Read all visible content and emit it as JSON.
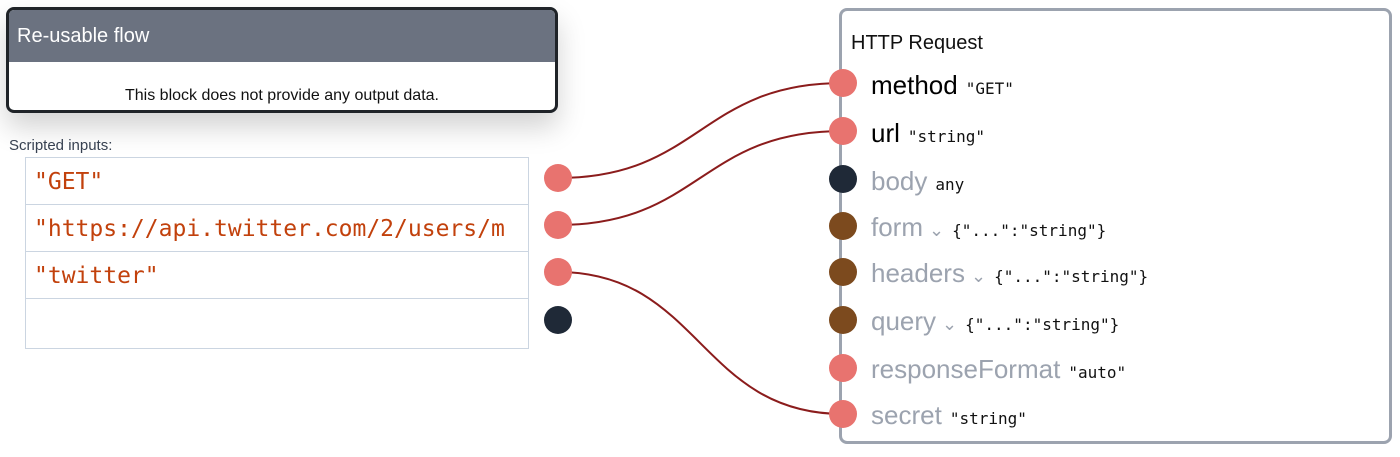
{
  "flow_block": {
    "title": "Re-usable flow",
    "message": "This block does not provide any output data."
  },
  "scripted_inputs": {
    "label": "Scripted inputs:",
    "rows": [
      {
        "value": "\"GET\"",
        "dot_color": "#e8736f"
      },
      {
        "value": "\"https://api.twitter.com/2/users/m",
        "dot_color": "#e8736f"
      },
      {
        "value": "\"twitter\"",
        "dot_color": "#e8736f"
      },
      {
        "value": "",
        "dot_color": "#1f2937"
      }
    ]
  },
  "http_request": {
    "title": "HTTP Request",
    "params": [
      {
        "name": "method",
        "type": "\"GET\"",
        "state": "active",
        "dot_color": "#e8736f"
      },
      {
        "name": "url",
        "type": "\"string\"",
        "state": "active",
        "dot_color": "#e8736f"
      },
      {
        "name": "body",
        "type": "any",
        "state": "inactive",
        "dot_color": "#1f2937"
      },
      {
        "name": "form",
        "type": "{\"...\":\"string\"}",
        "state": "inactive",
        "expandable": true,
        "dot_color": "#7c4a1e"
      },
      {
        "name": "headers",
        "type": "{\"...\":\"string\"}",
        "state": "inactive",
        "expandable": true,
        "dot_color": "#7c4a1e"
      },
      {
        "name": "query",
        "type": "{\"...\":\"string\"}",
        "state": "inactive",
        "expandable": true,
        "dot_color": "#7c4a1e"
      },
      {
        "name": "responseFormat",
        "type": "\"auto\"",
        "state": "inactive",
        "dot_color": "#e8736f"
      },
      {
        "name": "secret",
        "type": "\"string\"",
        "state": "inactive",
        "dot_color": "#e8736f"
      }
    ]
  },
  "wire_color": "#8b1c1c",
  "icons": {
    "expand": "chevron-down-icon"
  }
}
